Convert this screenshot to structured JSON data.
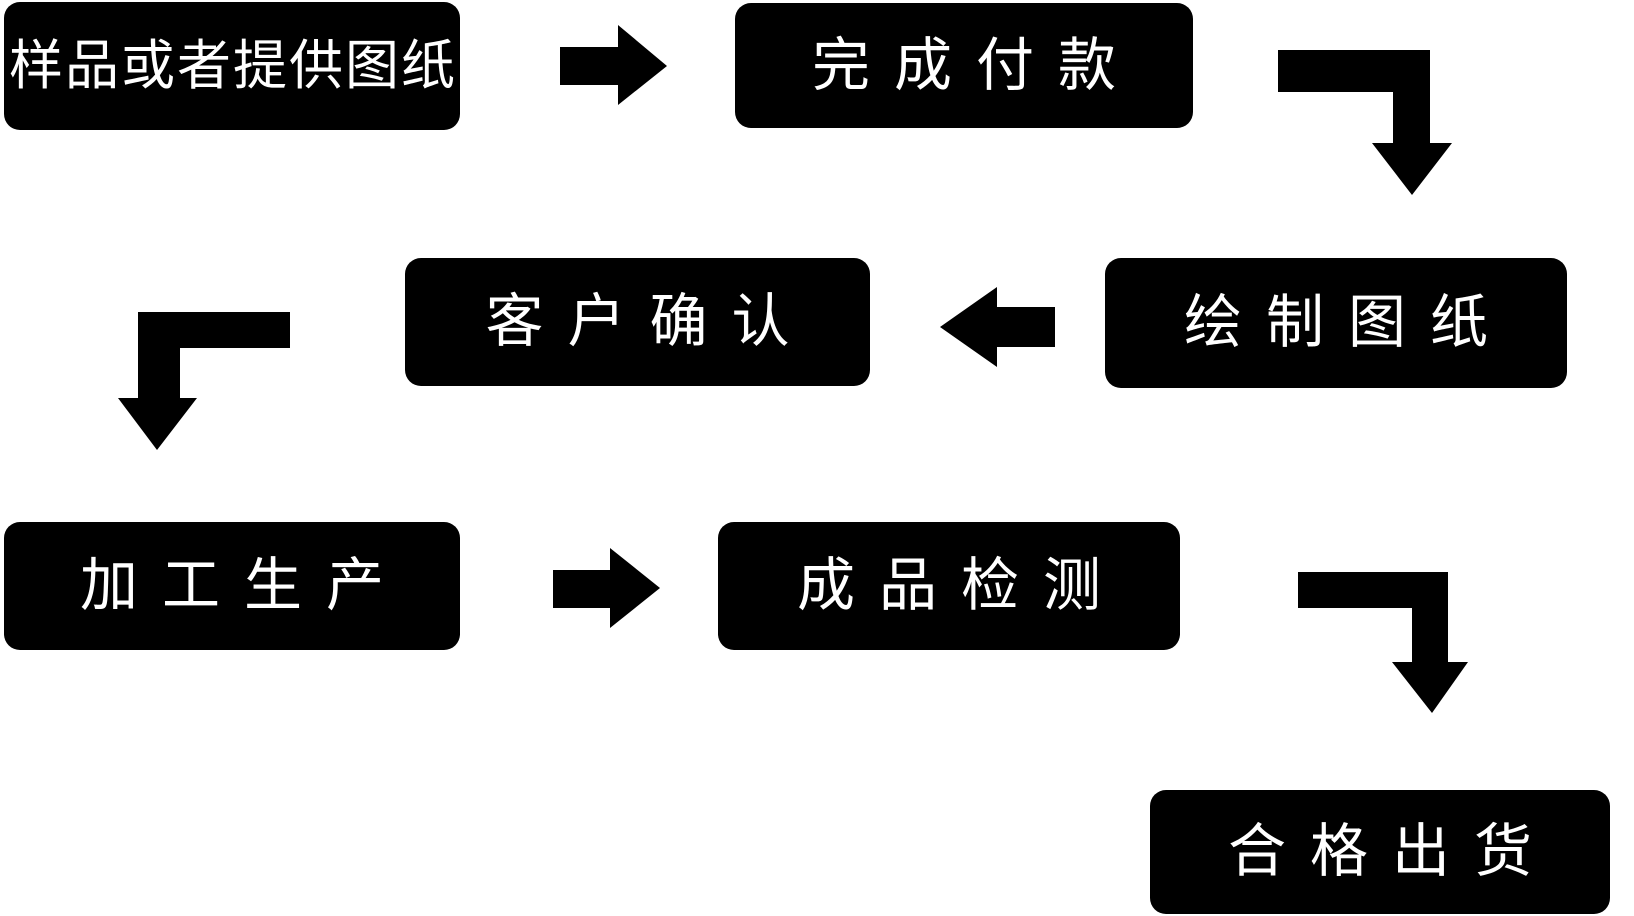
{
  "diagram": {
    "colors": {
      "background": "#ffffff",
      "node_fill": "#000000",
      "node_text": "#ffffff",
      "arrow": "#000000"
    },
    "nodes": [
      {
        "id": "sample",
        "label": "样品或者提供图纸"
      },
      {
        "id": "payment",
        "label": "完成付款"
      },
      {
        "id": "drawing",
        "label": "绘制图纸"
      },
      {
        "id": "confirm",
        "label": "客户确认"
      },
      {
        "id": "production",
        "label": "加工生产"
      },
      {
        "id": "inspection",
        "label": "成品检测"
      },
      {
        "id": "shipment",
        "label": "合格出货"
      }
    ],
    "edges": [
      {
        "from": "sample",
        "to": "payment",
        "style": "straight-right-arrow"
      },
      {
        "from": "payment",
        "to": "drawing",
        "style": "elbow-right-down-arrow"
      },
      {
        "from": "drawing",
        "to": "confirm",
        "style": "straight-left-arrow"
      },
      {
        "from": "confirm",
        "to": "production",
        "style": "elbow-left-down-arrow"
      },
      {
        "from": "production",
        "to": "inspection",
        "style": "straight-right-arrow"
      },
      {
        "from": "inspection",
        "to": "shipment",
        "style": "elbow-right-down-arrow"
      }
    ]
  }
}
